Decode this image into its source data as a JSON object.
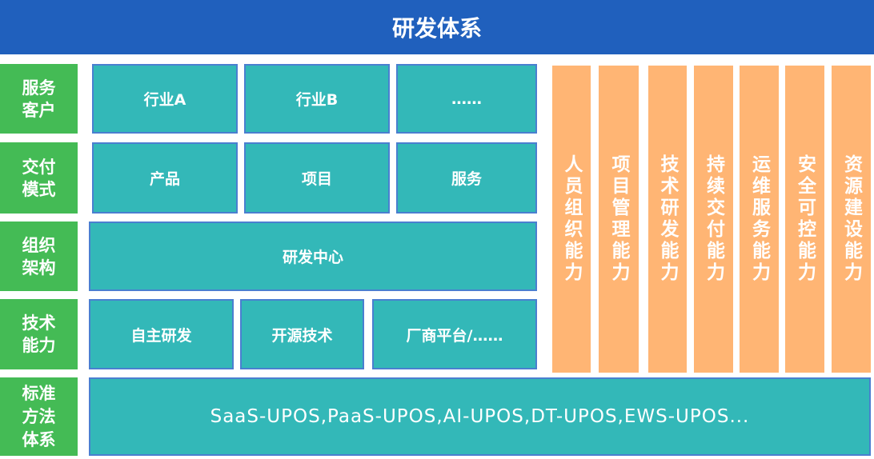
{
  "title": "研发体系",
  "rows": [
    {
      "label": "服务\n客户",
      "items": [
        "行业A",
        "行业B",
        "……"
      ]
    },
    {
      "label": "交付\n模式",
      "items": [
        "产品",
        "项目",
        "服务"
      ]
    },
    {
      "label": "组织\n架构",
      "items": [
        "研发中心"
      ]
    },
    {
      "label": "技术\n能力",
      "items": [
        "自主研发",
        "开源技术",
        "厂商平台/……"
      ]
    },
    {
      "label": "标准\n方法\n体系",
      "items": [
        "SaaS-UPOS,PaaS-UPOS,AI-UPOS,DT-UPOS,EWS-UPOS..."
      ]
    }
  ],
  "capabilities": [
    "人员组织能力",
    "项目管理能力",
    "技术研发能力",
    "持续交付能力",
    "运维服务能力",
    "安全可控能力",
    "资源建设能力"
  ],
  "colors": {
    "header": "#2060BD",
    "label": "#44BB55",
    "box": "#33B8B8",
    "capability": "#FFB574"
  }
}
